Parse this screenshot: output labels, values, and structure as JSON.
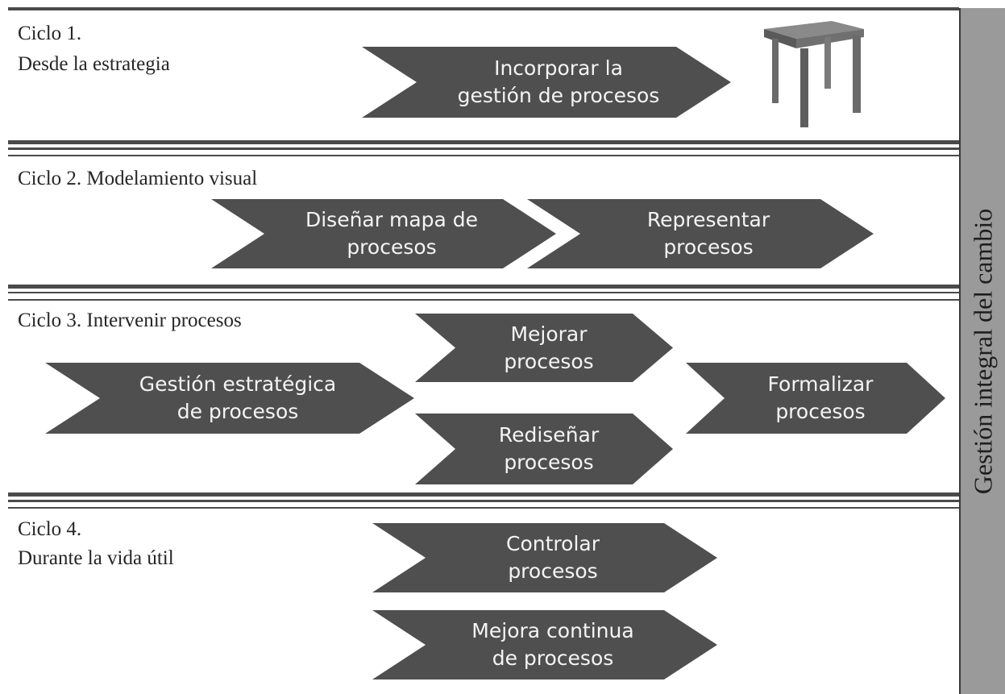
{
  "side_label": "Gestión integral del cambio",
  "colors": {
    "chevron_fill": "#4f4f4f",
    "chevron_text": "#f4f4f4",
    "separator": "#4a4a4a",
    "side_bar": "#9a9a9a"
  },
  "cycles": [
    {
      "label_line1": "Ciclo 1.",
      "label_line2": "Desde la estrategia",
      "steps": [
        {
          "line1": "Incorporar la",
          "line2": "gestión de procesos"
        }
      ],
      "image": "table-icon"
    },
    {
      "label_line1": "Ciclo 2. Modelamiento visual",
      "steps": [
        {
          "line1": "Diseñar mapa de",
          "line2": "procesos"
        },
        {
          "line1": "Representar",
          "line2": "procesos"
        }
      ]
    },
    {
      "label_line1": "Ciclo 3. Intervenir procesos",
      "steps": [
        {
          "line1": "Gestión estratégica",
          "line2": "de procesos"
        },
        {
          "line1": "Mejorar",
          "line2": "procesos"
        },
        {
          "line1": "Rediseñar",
          "line2": "procesos"
        },
        {
          "line1": "Formalizar",
          "line2": "procesos"
        }
      ]
    },
    {
      "label_line1": "Ciclo 4.",
      "label_line2": "Durante la vida útil",
      "steps": [
        {
          "line1": "Controlar",
          "line2": "procesos"
        },
        {
          "line1": "Mejora continua",
          "line2": "de procesos"
        }
      ]
    }
  ]
}
